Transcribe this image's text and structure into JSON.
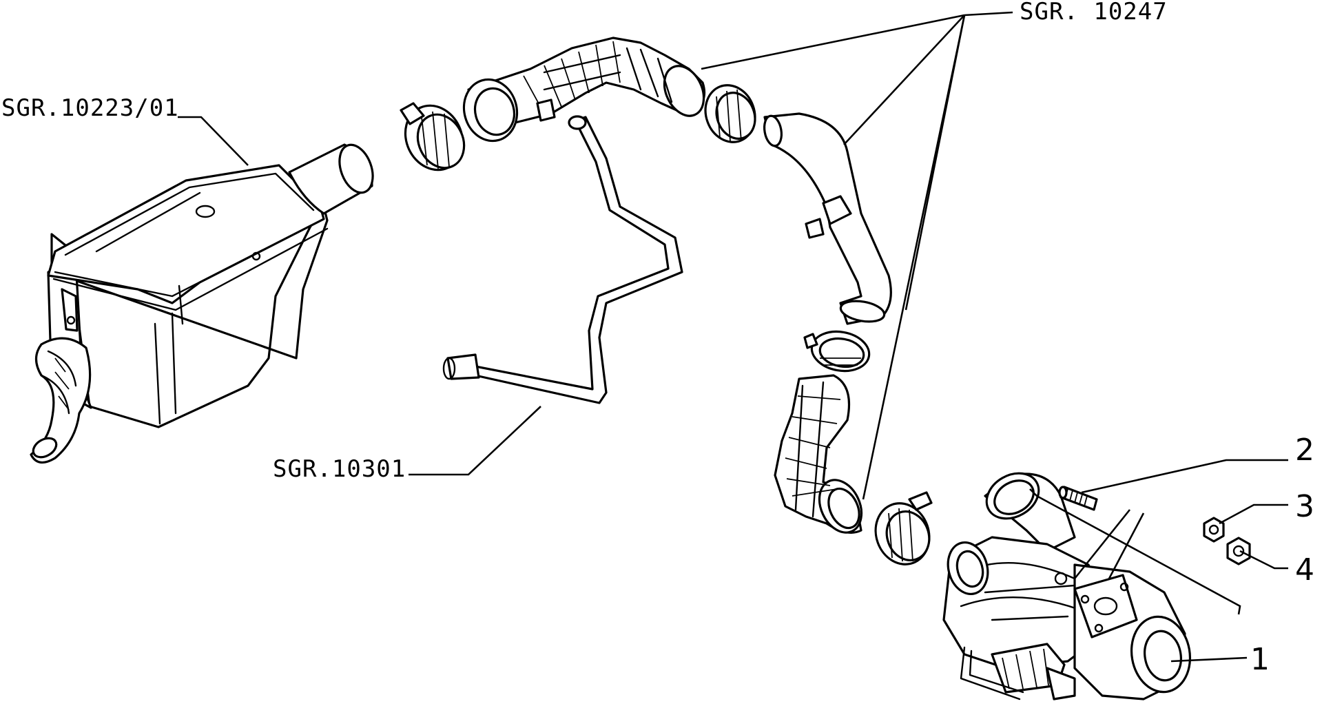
{
  "labels": {
    "air_filter": "SGR.10223/01",
    "hoses_group": "SGR. 10247",
    "breather_pipe": "SGR.10301",
    "item_1": "1",
    "item_2": "2",
    "item_3": "3",
    "item_4": "4"
  }
}
